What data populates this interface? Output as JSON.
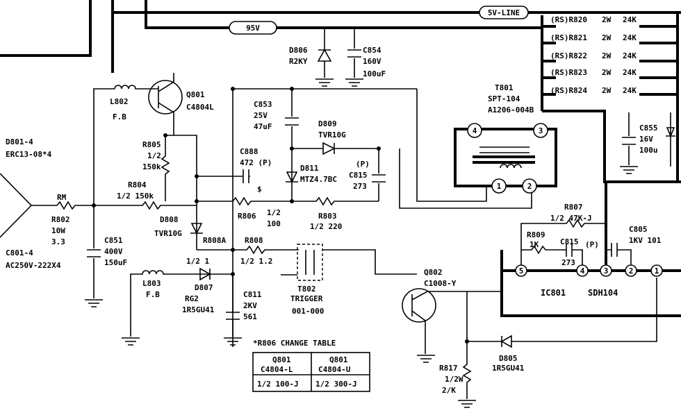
{
  "lines": {
    "v5": "5V-LINE",
    "v95": "95V"
  },
  "sources": {
    "d801_a": "D801-4",
    "d801_b": "ERC13-08*4",
    "c801_a": "C801-4",
    "c801_b": "AC250V-222X4"
  },
  "r802": [
    "RM",
    "R802",
    "10W",
    "3.3"
  ],
  "c851": [
    "C851",
    "400V",
    "150uF"
  ],
  "l802": [
    "L802",
    "F.B"
  ],
  "l803": [
    "L803",
    "F.B"
  ],
  "q801": [
    "Q801",
    "C4804L"
  ],
  "r805": [
    "R805",
    "1/2",
    "150k"
  ],
  "r804": [
    "R804",
    "1/2 150k"
  ],
  "d806": [
    "D806",
    "R2KY"
  ],
  "c854": [
    "C854",
    "160V",
    "100uF"
  ],
  "c853": [
    "C853",
    "25V",
    "47uF"
  ],
  "d809": [
    "D809",
    "TVR10G"
  ],
  "d811": [
    "D811",
    "MTZ4.7BC"
  ],
  "c888": [
    "C888",
    "472 (P)"
  ],
  "c815a": [
    "(P)",
    "C815",
    "273"
  ],
  "r806": [
    "R806",
    "1/2",
    "100",
    "$"
  ],
  "r803": [
    "R803",
    "1/2 220"
  ],
  "d808": [
    "D808",
    "TVR10G"
  ],
  "r808": [
    "R808A",
    "R808",
    "1/2 1.2"
  ],
  "d807": [
    "1/2 1",
    "D807",
    "RG2",
    "1R5GU41"
  ],
  "c811": [
    "C811",
    "2KV",
    "561"
  ],
  "t802": [
    "T802",
    "TRIGGER",
    "001-000"
  ],
  "q802": [
    "Q802",
    "C1008-Y"
  ],
  "r817": [
    "R817",
    "1/2W",
    "2/K"
  ],
  "d805": [
    "D805",
    "1R5GU41"
  ],
  "t801": [
    "T801",
    "SPT-104",
    "A1206-004B"
  ],
  "t801_pins": [
    "4",
    "3",
    "1",
    "2"
  ],
  "resistors": [
    [
      "(RS)R820",
      "2W",
      "24K"
    ],
    [
      "(RS)R821",
      "2W",
      "24K"
    ],
    [
      "(RS)R822",
      "2W",
      "24K"
    ],
    [
      "(RS)R823",
      "2W",
      "24K"
    ],
    [
      "(RS)R824",
      "2W",
      "24K"
    ]
  ],
  "c855": [
    "C855",
    "16V",
    "100u"
  ],
  "r807": [
    "R807",
    "1/2 47K-J"
  ],
  "r809": [
    "R809",
    "1K"
  ],
  "c815b": [
    "C815",
    "273",
    "(P)"
  ],
  "c805": [
    "C805",
    "1KV 101"
  ],
  "ic801": {
    "ref": "IC801",
    "part": "SDH104",
    "pins": [
      "5",
      "4",
      "3",
      "2",
      "1"
    ]
  },
  "table": {
    "title": "*R806 CHANGE TABLE",
    "headers": [
      "Q801\nC4804-L",
      "Q801\nC4804-U"
    ],
    "values": [
      "1/2 100-J",
      "1/2 300-J"
    ]
  }
}
